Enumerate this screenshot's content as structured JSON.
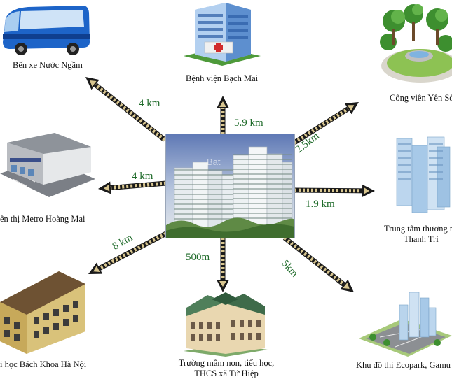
{
  "hub": {
    "image": "apartment-complex-photo",
    "watermark": "Bat"
  },
  "destinations": [
    {
      "id": "bus-station",
      "label": "Bến xe Nước Ngầm",
      "distance": "4 km",
      "icon": "bus-icon"
    },
    {
      "id": "hospital",
      "label": "Bệnh viện Bạch Mai",
      "distance": "5.9 km",
      "icon": "hospital-icon"
    },
    {
      "id": "park",
      "label": "Công viên Yên Sở",
      "distance": "2.5km",
      "icon": "park-icon"
    },
    {
      "id": "supermarket",
      "label": "ên thị Metro Hoàng Mai",
      "distance": "4 km",
      "icon": "supermarket-icon"
    },
    {
      "id": "mall",
      "label_lines": [
        "Trung tâm thương m",
        "Thanh Trì"
      ],
      "distance": "1.9 km",
      "icon": "mall-icon"
    },
    {
      "id": "university",
      "label": "i học Bách Khoa Hà Nội",
      "distance": "8 km",
      "icon": "university-icon"
    },
    {
      "id": "school",
      "label_lines": [
        "Trường mầm non, tiểu học,",
        "THCS xã Tứ Hiệp"
      ],
      "distance": "500m",
      "icon": "school-icon"
    },
    {
      "id": "ecopark",
      "label": "Khu đô thị Ecopark, Gamu",
      "distance": "5km",
      "icon": "urban-area-icon"
    }
  ],
  "colors": {
    "arrow_dash": "#d8c690",
    "arrow_dark": "#1a1a1a",
    "distance_text": "#1f6b2a"
  }
}
